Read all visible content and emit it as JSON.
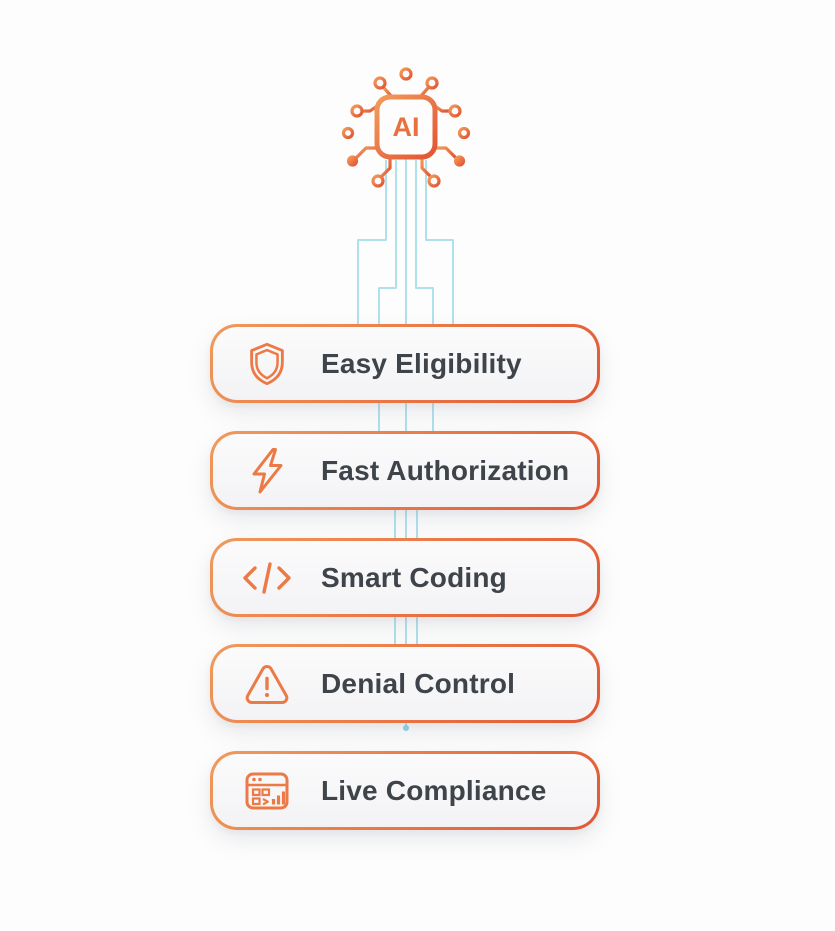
{
  "ai_chip": {
    "label": "AI"
  },
  "colors": {
    "accent_orange_light": "#F09A5C",
    "accent_orange": "#EC7C48",
    "accent_orange_dark": "#E05834",
    "circuit_cyan": "#AFE1EC",
    "label_text": "#3F444B",
    "card_background": "#F6F6F7",
    "page_background": "#FDFDFD"
  },
  "features": [
    {
      "label": "Easy Eligibility",
      "icon": "shield-icon"
    },
    {
      "label": "Fast Authorization",
      "icon": "lightning-icon"
    },
    {
      "label": "Smart Coding",
      "icon": "code-icon"
    },
    {
      "label": "Denial Control",
      "icon": "warning-icon"
    },
    {
      "label": "Live Compliance",
      "icon": "dashboard-icon"
    }
  ]
}
